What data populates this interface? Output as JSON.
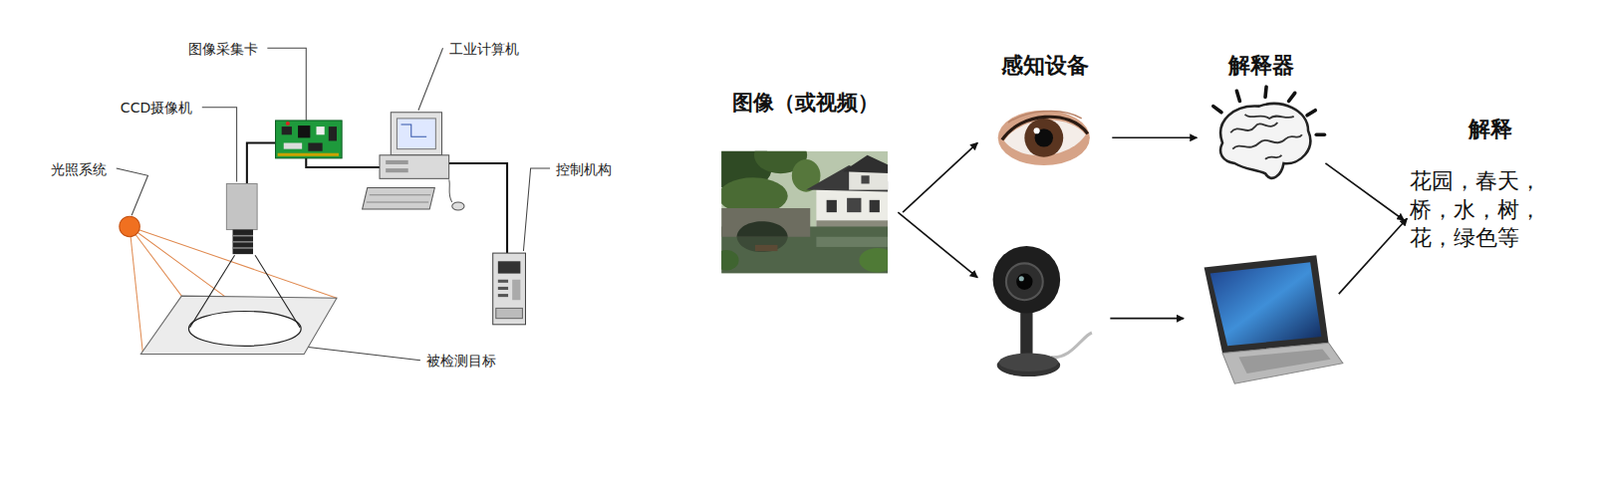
{
  "diagram": {
    "nodes": [
      {
        "text": [
          "图像（或视频）"
        ]
      },
      {
        "text": [
          "感知设备"
        ]
      },
      {
        "text": [
          "解释器"
        ]
      },
      {
        "text": [
          "解释",
          "花园，春天， 桥，水，树， 花，绿色等"
        ]
      }
    ],
    "edges": [
      {
        "from": 0,
        "to": 1,
        "arrow": "to"
      },
      {
        "from": 1,
        "to": 2,
        "arrow": "to"
      },
      {
        "from": 2,
        "to": 3,
        "arrow": "to"
      }
    ],
    "labels": [
      "图像采集卡",
      "工业计算机",
      "CCD摄像机",
      "光照系统",
      "控制机构",
      "被检测目标"
    ]
  }
}
